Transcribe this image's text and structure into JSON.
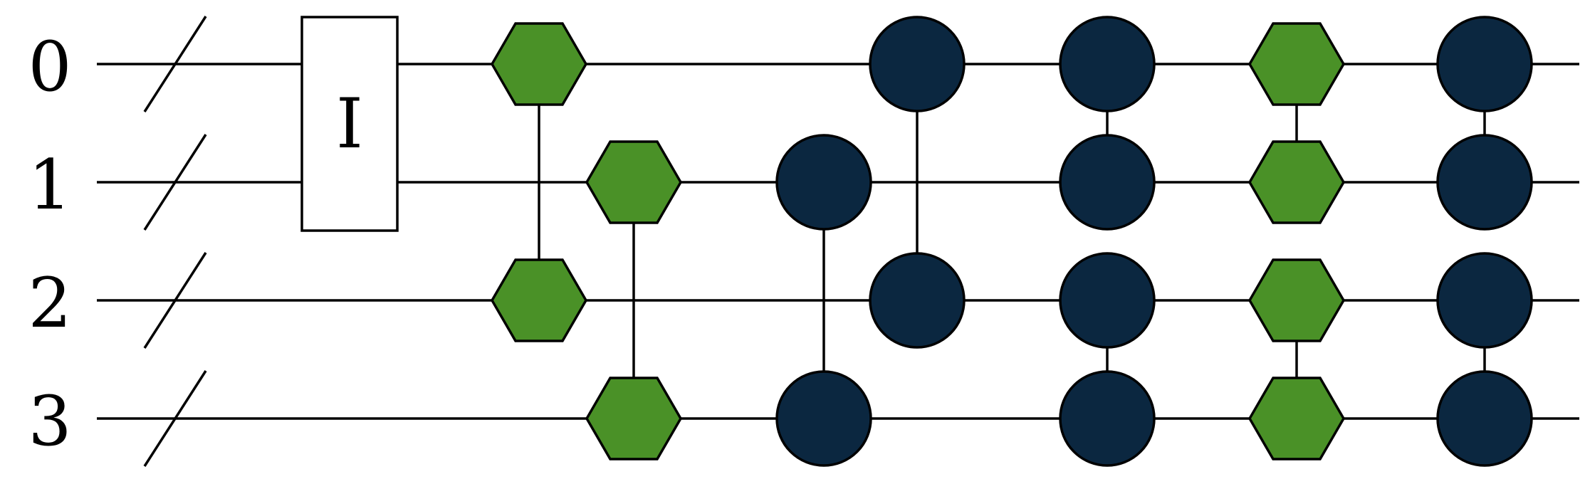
{
  "qubits": [
    {
      "label": "0"
    },
    {
      "label": "1"
    },
    {
      "label": "2"
    },
    {
      "label": "3"
    }
  ],
  "colors": {
    "hexagon_fill": "#4a9127",
    "circle_fill": "#0b2740",
    "stroke": "#000000"
  },
  "identity_gate": {
    "label": "I",
    "qubits": [
      0,
      1
    ]
  },
  "gate_columns": [
    {
      "shape": "hexagon",
      "qubits": [
        0,
        2
      ]
    },
    {
      "shape": "hexagon",
      "qubits": [
        1,
        3
      ]
    },
    {
      "shape": "circle",
      "qubits": [
        1,
        3
      ]
    },
    {
      "shape": "circle",
      "qubits": [
        0,
        2
      ]
    },
    {
      "shape": "circle",
      "pairs": [
        [
          0,
          1
        ],
        [
          2,
          3
        ]
      ]
    },
    {
      "shape": "hexagon",
      "pairs": [
        [
          0,
          1
        ],
        [
          2,
          3
        ]
      ]
    },
    {
      "shape": "circle",
      "pairs": [
        [
          0,
          1
        ],
        [
          2,
          3
        ]
      ]
    }
  ]
}
